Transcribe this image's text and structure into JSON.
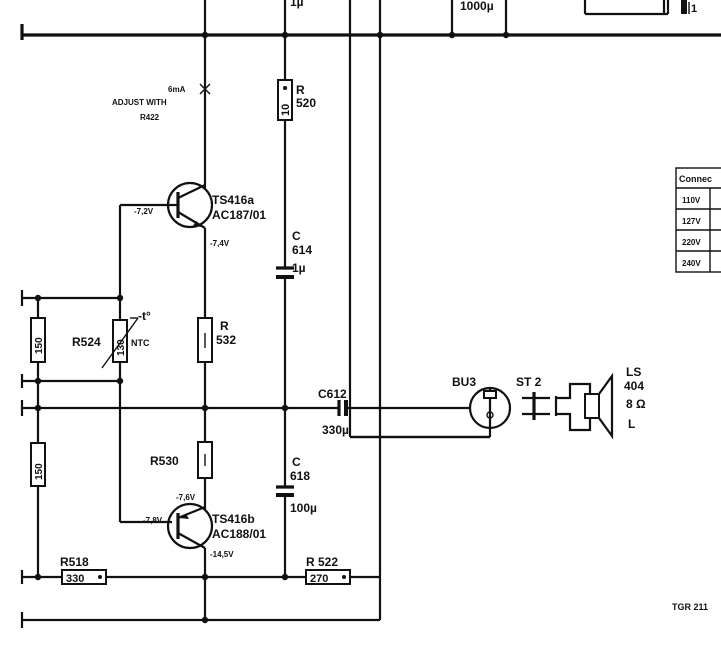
{
  "labels": {
    "top_cap_value": "1µ",
    "top_cap_value2": "1000µ",
    "top_right_pin": "1",
    "adjust_current": "6mA",
    "adjust_line1": "ADJUST  WITH",
    "adjust_line2": "R422",
    "r520_ref": "R",
    "r520_num": "520",
    "r520_value": "10",
    "ts416a_name": "TS416a",
    "ts416a_type": "AC187/01",
    "v_base_a": "-7,2V",
    "v_emit_a": "-7,4V",
    "c614_ref": "C",
    "c614_num": "614",
    "c614_value": "1µ",
    "r532_ref": "R",
    "r532_num": "532",
    "r524_name": "R524",
    "r524_value": "130",
    "r524_type": "NTC",
    "r524_temp": "-t°",
    "r150a": "150",
    "r150b": "150",
    "c612_ref": "C612",
    "c612_value": "330µ",
    "bu3": "BU3",
    "st2": "ST 2",
    "ls_ref": "LS",
    "ls_num": "404",
    "ls_imp": "8 Ω",
    "ls_side": "L",
    "r530": "R530",
    "c618_ref": "C",
    "c618_num": "618",
    "c618_value": "100µ",
    "ts416b_name": "TS416b",
    "ts416b_type": "AC188/01",
    "v_emit_b": "-7,6V",
    "v_base_b": "-7,8V",
    "v_coll_b": "-14,5V",
    "r518_name": "R518",
    "r518_value": "330",
    "r522_name": "R 522",
    "r522_value": "270",
    "footer_ref": "TGR 211"
  },
  "connection_table": {
    "header": "Connec",
    "rows": [
      "110V",
      "127V",
      "220V",
      "240V"
    ]
  }
}
